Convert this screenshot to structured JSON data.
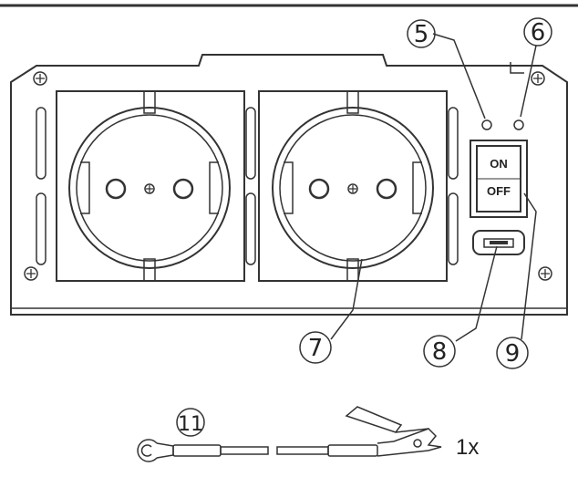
{
  "callouts": {
    "c5": "5",
    "c6": "6",
    "c7": "7",
    "c8": "8",
    "c9": "9",
    "c11": "11"
  },
  "switch": {
    "on": "ON",
    "off": "OFF"
  },
  "cable": {
    "quantity": "1x"
  },
  "icons": [
    "screw-icon",
    "socket-icon",
    "led-indicator-icon",
    "rocker-switch-icon",
    "usb-port-icon",
    "ring-terminal-icon",
    "alligator-clip-icon"
  ]
}
